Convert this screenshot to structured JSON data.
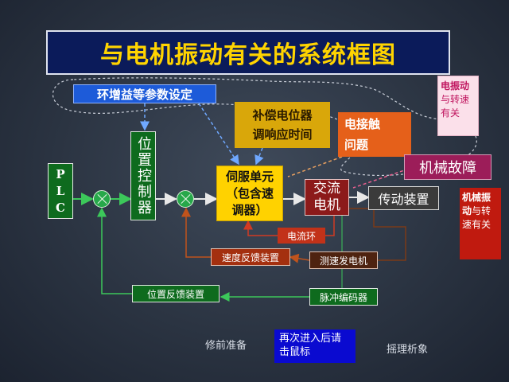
{
  "title": "与电机振动有关的系统框图",
  "blocks": {
    "plc": [
      "P",
      "L",
      "C"
    ],
    "position_controller": "位置控制器",
    "servo_unit": [
      "伺服单元",
      "（包含速",
      "调器）"
    ],
    "ac_motor": [
      "交流",
      "电机"
    ],
    "transmission": "传动装置",
    "current_loop": "电流环",
    "speed_feedback": "速度反馈装置",
    "tachogenerator": "测速发电机",
    "position_feedback": "位置反馈装置",
    "pulse_encoder": "脉冲编码器"
  },
  "factors": {
    "param_setting": "环增益等参数设定",
    "compensation": [
      "补偿电位器",
      "调响应时间"
    ],
    "contact": [
      "电接触",
      "问题"
    ],
    "mech_fault": "机械故障"
  },
  "corner_notes": {
    "top": {
      "bold": "电振动",
      "rest": "与转速有关"
    },
    "mid": {
      "bold": "机械振动",
      "rest": "与转速有关"
    }
  },
  "nav": {
    "prev": "修前准备",
    "hint": "再次进入后请击鼠标",
    "next": "摇理析象"
  },
  "colors": {
    "title_bg": "#0b1b5a",
    "title_text": "#ffd400",
    "green": "#0e6b1e",
    "servo": "#ffd200",
    "motor": "#8c1a1a",
    "param_box": "#1d5bd9",
    "fault_box": "#9c1d59"
  }
}
